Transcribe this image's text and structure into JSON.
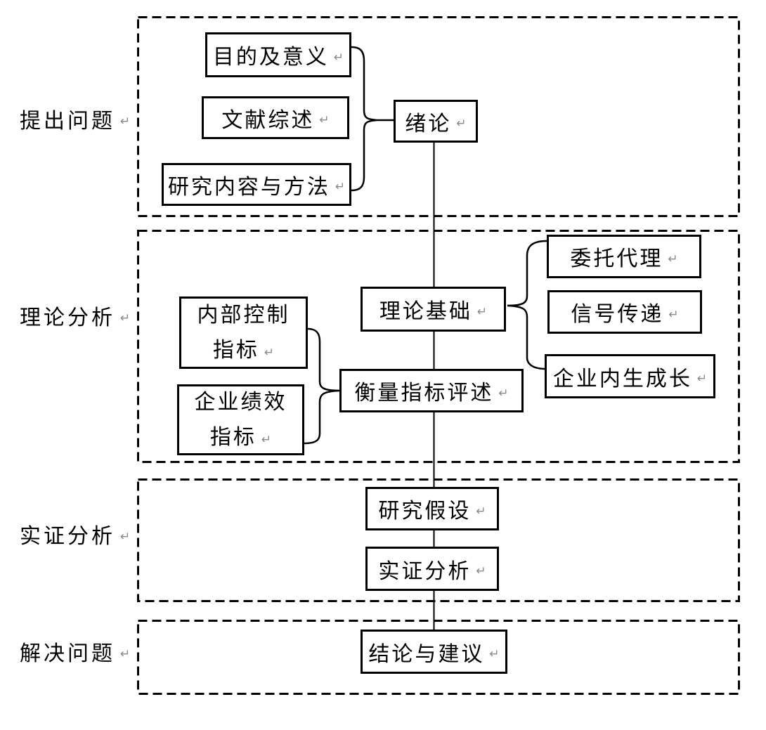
{
  "page": {
    "background_color": "#ffffff",
    "line_color": "#000000",
    "mark_color": "#8a8a8a"
  },
  "icons": {
    "return_mark": "↵"
  },
  "row_labels": {
    "raise_question": "提出问题",
    "theory_analysis": "理论分析",
    "empirical_analysis": "实证分析",
    "solve_problem": "解决问题"
  },
  "boxes": {
    "purpose": {
      "label": "目的及意义"
    },
    "literature": {
      "label": "文献综述"
    },
    "content_methods": {
      "label": "研究内容与方法"
    },
    "introduction": {
      "label": "绪论"
    },
    "theory_basis": {
      "label": "理论基础"
    },
    "principal_agent": {
      "label": "委托代理"
    },
    "signaling": {
      "label": "信号传递"
    },
    "endogenous_growth": {
      "label": "企业内生成长"
    },
    "internal_control": {
      "line1": "内部控制",
      "line2": "指标"
    },
    "performance": {
      "line1": "企业绩效",
      "line2": "指标"
    },
    "indicator_review": {
      "label": "衡量指标评述"
    },
    "hypothesis": {
      "label": "研究假设"
    },
    "empirical": {
      "label": "实证分析"
    },
    "conclusion": {
      "label": "结论与建议"
    }
  }
}
